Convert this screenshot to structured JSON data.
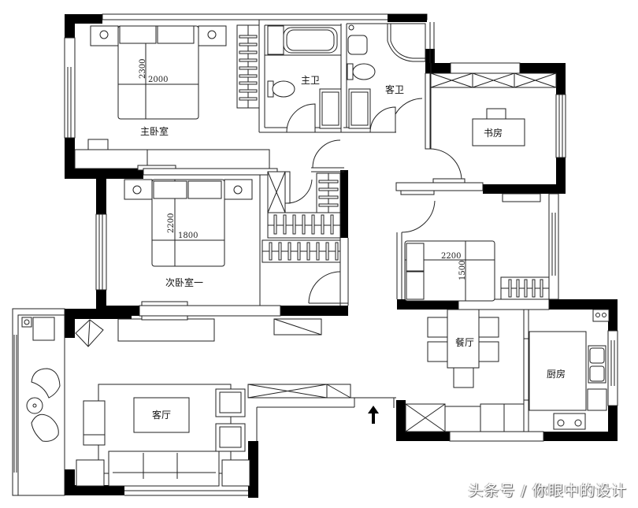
{
  "floor_plan": {
    "rooms": {
      "master_bedroom": {
        "label": "主卧室",
        "bed_width": "2000",
        "bed_length": "2300"
      },
      "master_bath": {
        "label": "主卫"
      },
      "guest_bath": {
        "label": "客卫"
      },
      "study": {
        "label": "书房"
      },
      "second_bedroom": {
        "label": "次卧室一",
        "bed_width": "1800",
        "bed_length": "2200"
      },
      "third_bedroom": {
        "bed_width": "2200",
        "bed_length": "1500"
      },
      "dining": {
        "label": "餐厅"
      },
      "kitchen": {
        "label": "厨房"
      },
      "living": {
        "label": "客厅"
      }
    },
    "entrance_arrow": "entrance-arrow"
  },
  "watermark": "头条号 / 你眼中的设计"
}
